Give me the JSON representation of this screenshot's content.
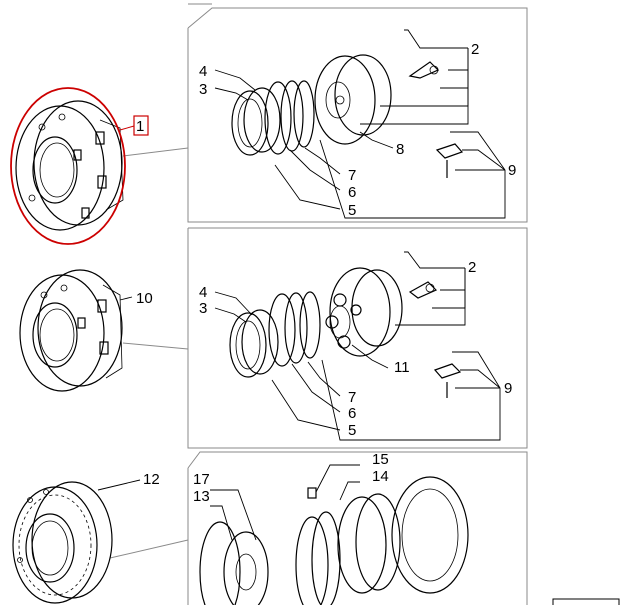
{
  "diagram": {
    "callouts": {
      "c1": "1",
      "c2a": "2",
      "c3a": "3",
      "c4a": "4",
      "c5a": "5",
      "c6a": "6",
      "c7a": "7",
      "c8": "8",
      "c9a": "9",
      "c10": "10",
      "c2b": "2",
      "c3b": "3",
      "c4b": "4",
      "c5b": "5",
      "c6b": "6",
      "c7b": "7",
      "c9b": "9",
      "c11": "11",
      "c12": "12",
      "c13": "13",
      "c14": "14",
      "c15": "15",
      "c17": "17"
    },
    "highlight": {
      "color": "#cc0000",
      "target": "1"
    }
  }
}
